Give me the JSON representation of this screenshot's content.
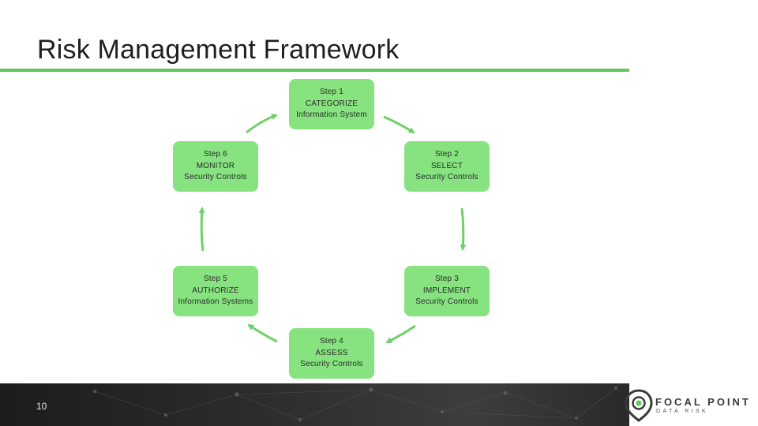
{
  "slide": {
    "title": "Risk Management Framework",
    "page_number": "10"
  },
  "steps": [
    {
      "step": "Step 1",
      "action": "CATEGORIZE",
      "object": "Information System"
    },
    {
      "step": "Step 2",
      "action": "SELECT",
      "object": "Security Controls"
    },
    {
      "step": "Step 3",
      "action": "IMPLEMENT",
      "object": "Security Controls"
    },
    {
      "step": "Step 4",
      "action": "ASSESS",
      "object": "Security Controls"
    },
    {
      "step": "Step 5",
      "action": "AUTHORIZE",
      "object": "Information Systems"
    },
    {
      "step": "Step 6",
      "action": "MONITOR",
      "object": "Security Controls"
    }
  ],
  "logo": {
    "name": "FOCAL POINT",
    "tagline": "DATA RISK",
    "icon": "location-pin-icon"
  },
  "colors": {
    "accent": "#5ec85a",
    "box_fill": "#86e37f",
    "text": "#2b2b2b",
    "footer": "#2e2e2e"
  }
}
